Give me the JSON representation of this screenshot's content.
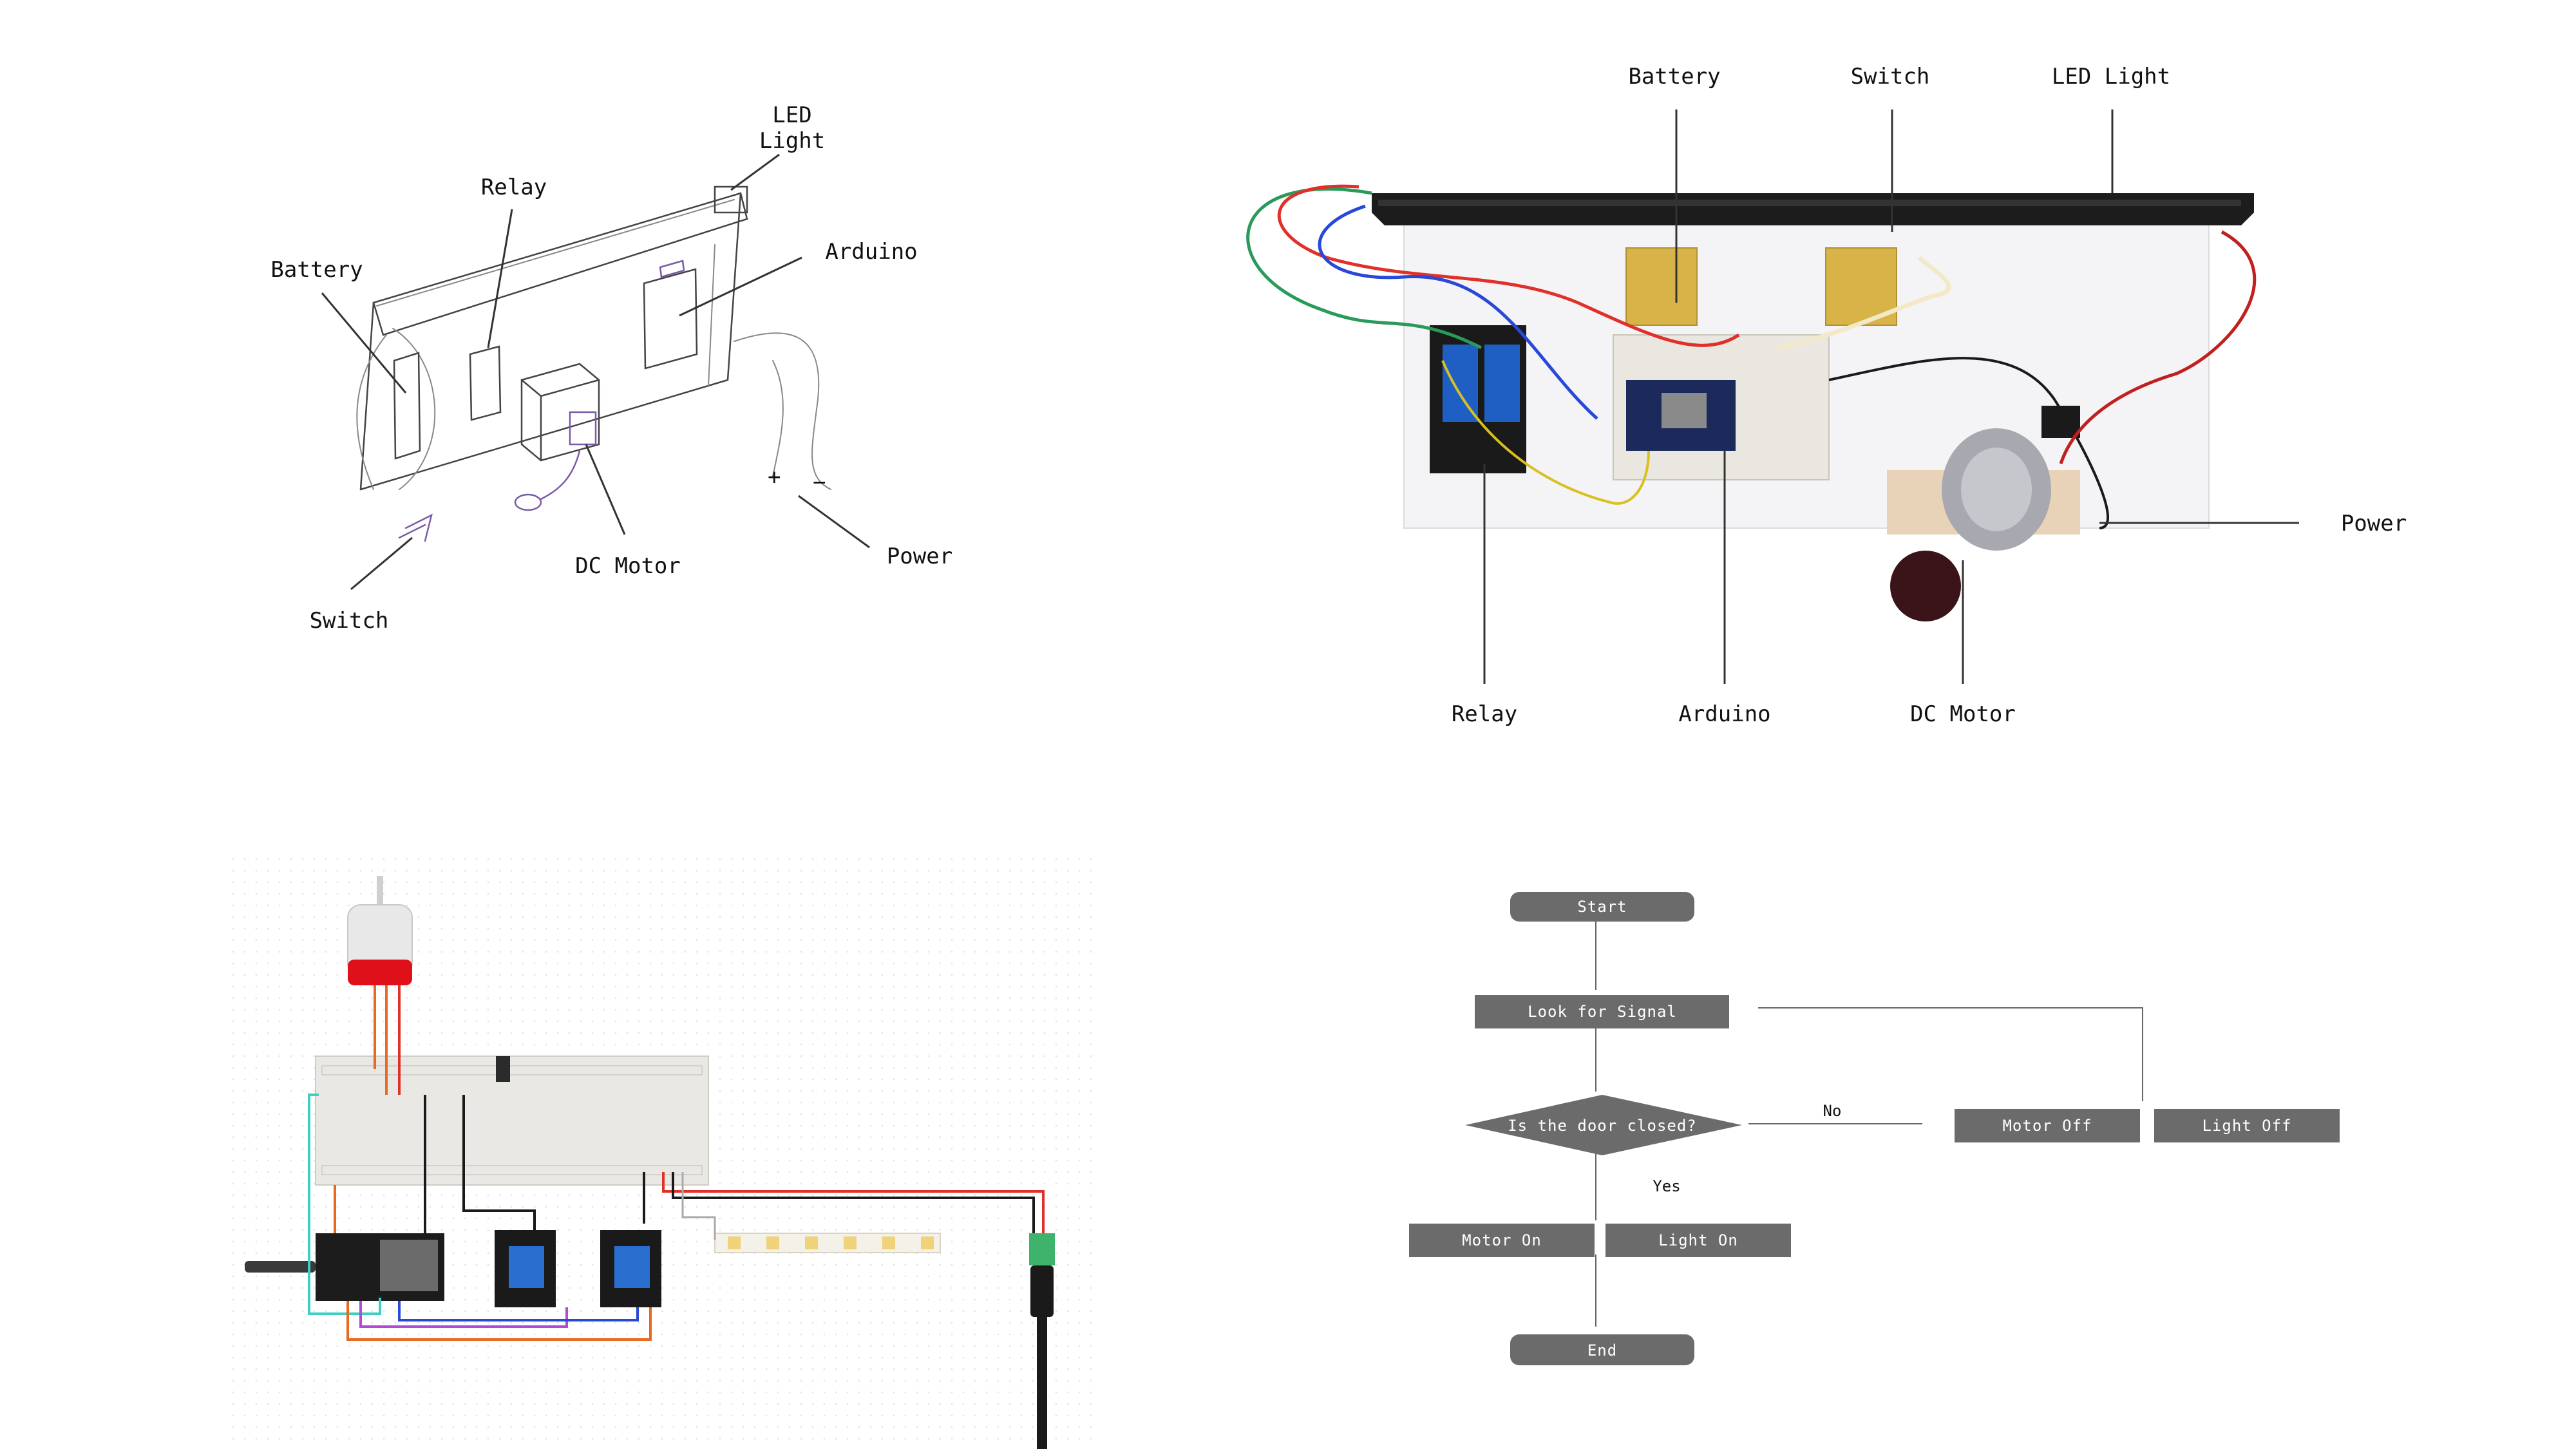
{
  "sketch": {
    "labels": {
      "led_light_1": "LED",
      "led_light_2": "Light",
      "relay": "Relay",
      "battery": "Battery",
      "arduino": "Arduino",
      "dc_motor": "DC Motor",
      "power": "Power",
      "switch": "Switch"
    }
  },
  "photo": {
    "labels": {
      "battery": "Battery",
      "switch": "Switch",
      "led_light": "LED Light",
      "power": "Power",
      "relay": "Relay",
      "arduino": "Arduino",
      "dc_motor": "DC Motor"
    }
  },
  "flowchart": {
    "nodes": {
      "start": "Start",
      "look": "Look for Signal",
      "decision": "Is the door closed?",
      "motor_off": "Motor Off",
      "light_off": "Light Off",
      "motor_on": "Motor On",
      "light_on": "Light On",
      "end": "End"
    },
    "edges": {
      "no": "No",
      "yes": "Yes"
    },
    "colors": {
      "node_fill": "#6b6b6b",
      "node_text": "#ffffff"
    }
  },
  "colors": {
    "background": "#ffffff",
    "wire_red": "#e0302a",
    "wire_orange": "#e86a1e",
    "wire_blue": "#2748d8",
    "wire_green": "#2a9a5a",
    "wire_purple": "#b24ad6",
    "wire_cyan": "#3cd0c4",
    "wire_black": "#1a1a1a",
    "relay_blue": "#2a6fd0",
    "motor_red": "#e0101a"
  }
}
